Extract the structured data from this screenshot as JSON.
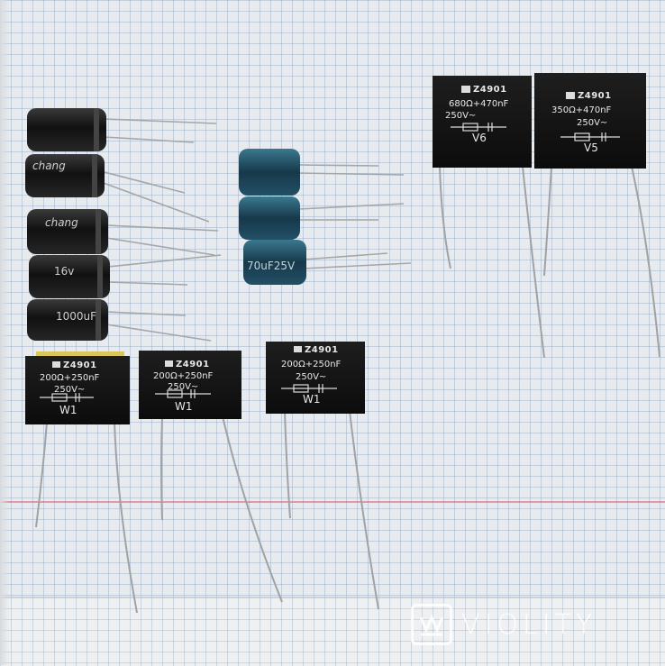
{
  "scene": {
    "description_hidden": "",
    "colors": {
      "paper": "#e8ebee",
      "grid": "#7896be",
      "snubber_body": "#131313",
      "electrolytic_black": "#1a1a1a",
      "electrolytic_blue": "#1d4a5e",
      "lead": "#9ea3a6"
    }
  },
  "snubbers": [
    {
      "part": "Z4901",
      "value": "200Ω+250nF",
      "voltage": "250V~",
      "mark": "W1"
    },
    {
      "part": "Z4901",
      "value": "200Ω+250nF",
      "voltage": "250V~",
      "mark": "W1"
    },
    {
      "part": "Z4901",
      "value": "200Ω+250nF",
      "voltage": "250V~",
      "mark": "W1"
    },
    {
      "part": "Z4901",
      "value": "680Ω+470nF",
      "voltage": "250V~",
      "mark": "V6"
    },
    {
      "part": "Z4901",
      "value": "350Ω+470nF",
      "voltage": "250V~",
      "mark": "V5"
    }
  ],
  "electrolytics": {
    "black_labels": [
      "chang",
      "chang",
      "16v",
      "1000uF"
    ],
    "blue_labels": [
      "70uF25V"
    ]
  },
  "watermark": {
    "text": "VIOLITY",
    "icon": "violity-logo-icon"
  }
}
